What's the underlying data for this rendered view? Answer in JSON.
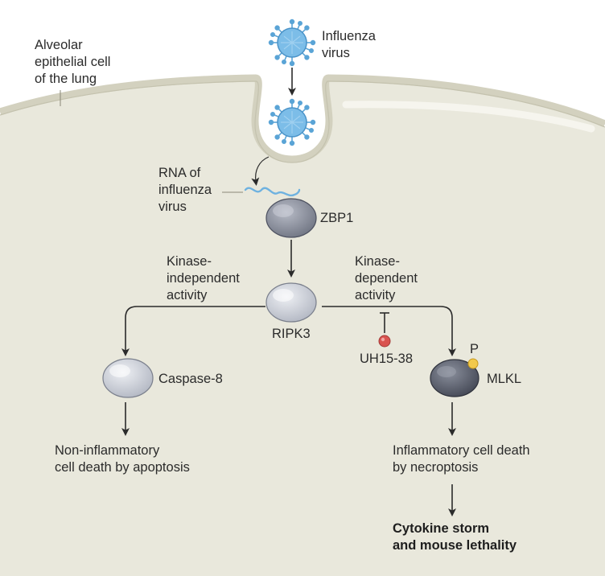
{
  "cell_label": "Alveolar\nepithelial cell\nof the lung",
  "virus_label": "Influenza\nvirus",
  "rna_label": "RNA of\ninfluenza\nvirus",
  "proteins": {
    "zbp1": "ZBP1",
    "ripk3": "RIPK3",
    "caspase8": "Caspase-8",
    "mlkl": "MLKL",
    "phospho": "P"
  },
  "activity": {
    "independent": "Kinase-\nindependent\nactivity",
    "dependent": "Kinase-\ndependent\nactivity"
  },
  "inhibitor": "UH15-38",
  "outcomes": {
    "apoptosis": "Non-inflammatory\ncell death by apoptosis",
    "necroptosis": "Inflammatory cell death\nby necroptosis",
    "final": "Cytokine storm\nand mouse lethality"
  },
  "colors": {
    "cell_fill": "#e9e8dc",
    "membrane": "#d3d1bf",
    "virus": "#6fb2e0",
    "protein_light": "#c9cdd6",
    "protein_dark": "#5d6170",
    "inhibitor": "#d9534f",
    "phosphate": "#f2c94c"
  }
}
